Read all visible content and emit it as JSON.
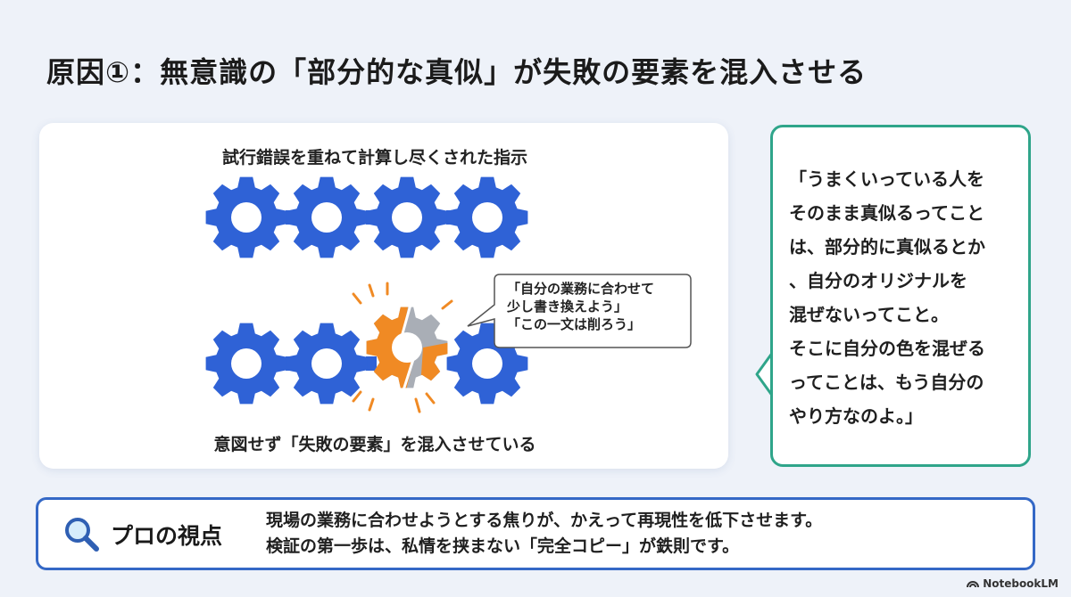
{
  "title": "原因①：無意識の「部分的な真似」が失敗の要素を混入させる",
  "diagram": {
    "top_caption": "試行錯誤を重ねて計算し尽くされた指示",
    "bottom_caption": "意図せず「失敗の要素」を混入させている",
    "bubble_lines": [
      "「自分の業務に合わせて",
      "少し書き換えよう」",
      "「この一文は削ろう」"
    ],
    "colors": {
      "gear": "#2f62d6",
      "broken_orange": "#f08a24",
      "broken_gray": "#a9aeb6"
    }
  },
  "quote": {
    "lines": [
      "「うまくいっている人を",
      "そのまま真似るってこと",
      "は、部分的に真似るとか",
      "、自分のオリジナルを",
      "混ぜないってこと。",
      "そこに自分の色を混ぜる",
      "ってことは、もう自分の",
      "やり方なのよ。」"
    ],
    "border_color": "#2fa58a"
  },
  "pro": {
    "icon": "magnifier-icon",
    "label": "プロの視点",
    "lines": [
      "現場の業務に合わせようとする焦りが、かえって再現性を低下させます。",
      "検証の第一歩は、私情を挟まない「完全コピー」が鉄則です。"
    ],
    "border_color": "#3468c6"
  },
  "brand": "NotebookLM"
}
